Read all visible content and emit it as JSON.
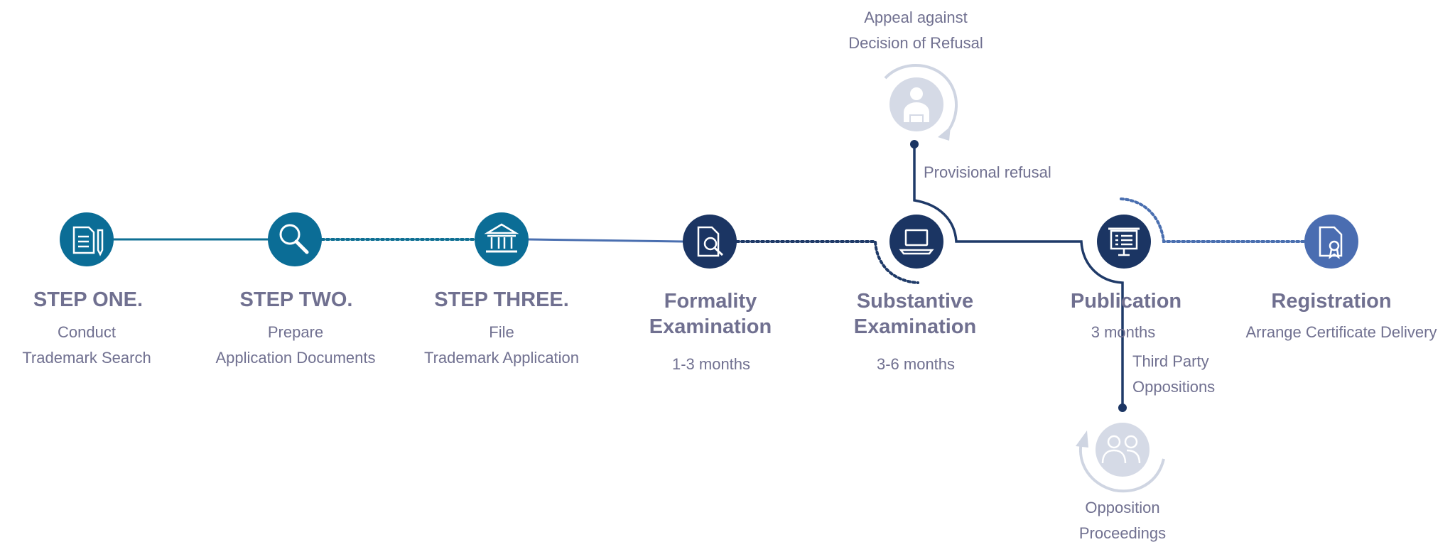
{
  "colors": {
    "teal": "#0b6d96",
    "teal_line": "#0e6f93",
    "mid_blue": "#4a6fb0",
    "navy": "#1b3563",
    "navy_line": "#1f3a68",
    "registration_blue": "#4a6db1",
    "ghost_circle": "#d5dae6",
    "ghost_arc": "#cfd5e2",
    "text": "#707090"
  },
  "steps": [
    {
      "id": "step-one",
      "icon": "document-pen-icon",
      "title_lines": [
        "STEP ONE."
      ],
      "sub_lines": [
        "Conduct",
        "Trademark Search"
      ]
    },
    {
      "id": "step-two",
      "icon": "search-icon",
      "title_lines": [
        "STEP TWO."
      ],
      "sub_lines": [
        "Prepare",
        "Application Documents"
      ]
    },
    {
      "id": "step-three",
      "icon": "institution-building-icon",
      "title_lines": [
        "STEP THREE."
      ],
      "sub_lines": [
        "File",
        "Trademark Application"
      ]
    },
    {
      "id": "formality-examination",
      "icon": "document-magnifier-icon",
      "title_lines": [
        "Formality",
        "Examination"
      ],
      "sub_lines": [
        "1-3 months"
      ]
    },
    {
      "id": "substantive-examination",
      "icon": "laptop-icon",
      "title_lines": [
        "Substantive",
        "Examination"
      ],
      "sub_lines": [
        "3-6 months"
      ]
    },
    {
      "id": "publication",
      "icon": "presentation-board-icon",
      "title_lines": [
        "Publication"
      ],
      "sub_lines": [
        "3 months"
      ]
    },
    {
      "id": "registration",
      "icon": "certificate-icon",
      "title_lines": [
        "Registration"
      ],
      "sub_lines": [
        "Arrange Certificate Delivery"
      ]
    }
  ],
  "branches": {
    "appeal": {
      "icon": "person-icon",
      "label_lines": [
        "Appeal against",
        "Decision of Refusal"
      ],
      "connector_label": "Provisional refusal"
    },
    "opposition": {
      "icon": "group-icon",
      "label_lines": [
        "Opposition",
        "Proceedings"
      ],
      "connector_label_lines": [
        "Third Party",
        "Oppositions"
      ]
    }
  }
}
